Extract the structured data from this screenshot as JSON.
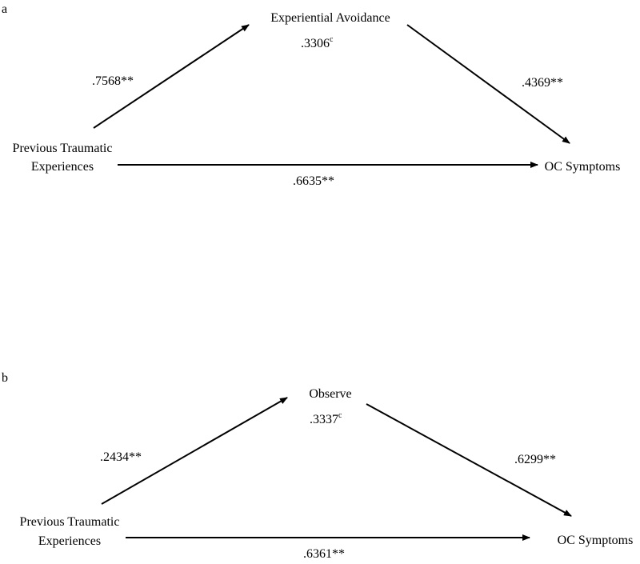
{
  "panels": [
    {
      "letter": "a",
      "left_node": {
        "line1": "Previous Traumatic",
        "line2": "Experiences"
      },
      "mediator": "Experiential Avoidance",
      "mediator_r2": ".3306",
      "mediator_r2_sup": "c",
      "outcome": "OC Symptoms",
      "path_a": ".7568**",
      "path_b": ".4369**",
      "path_c": ".6635**"
    },
    {
      "letter": "b",
      "left_node": {
        "line1": "Previous Traumatic",
        "line2": "Experiences"
      },
      "mediator": "Observe",
      "mediator_r2": ".3337",
      "mediator_r2_sup": "c",
      "outcome": "OC Symptoms",
      "path_a": ".2434**",
      "path_b": ".6299**",
      "path_c": ".6361**"
    }
  ]
}
